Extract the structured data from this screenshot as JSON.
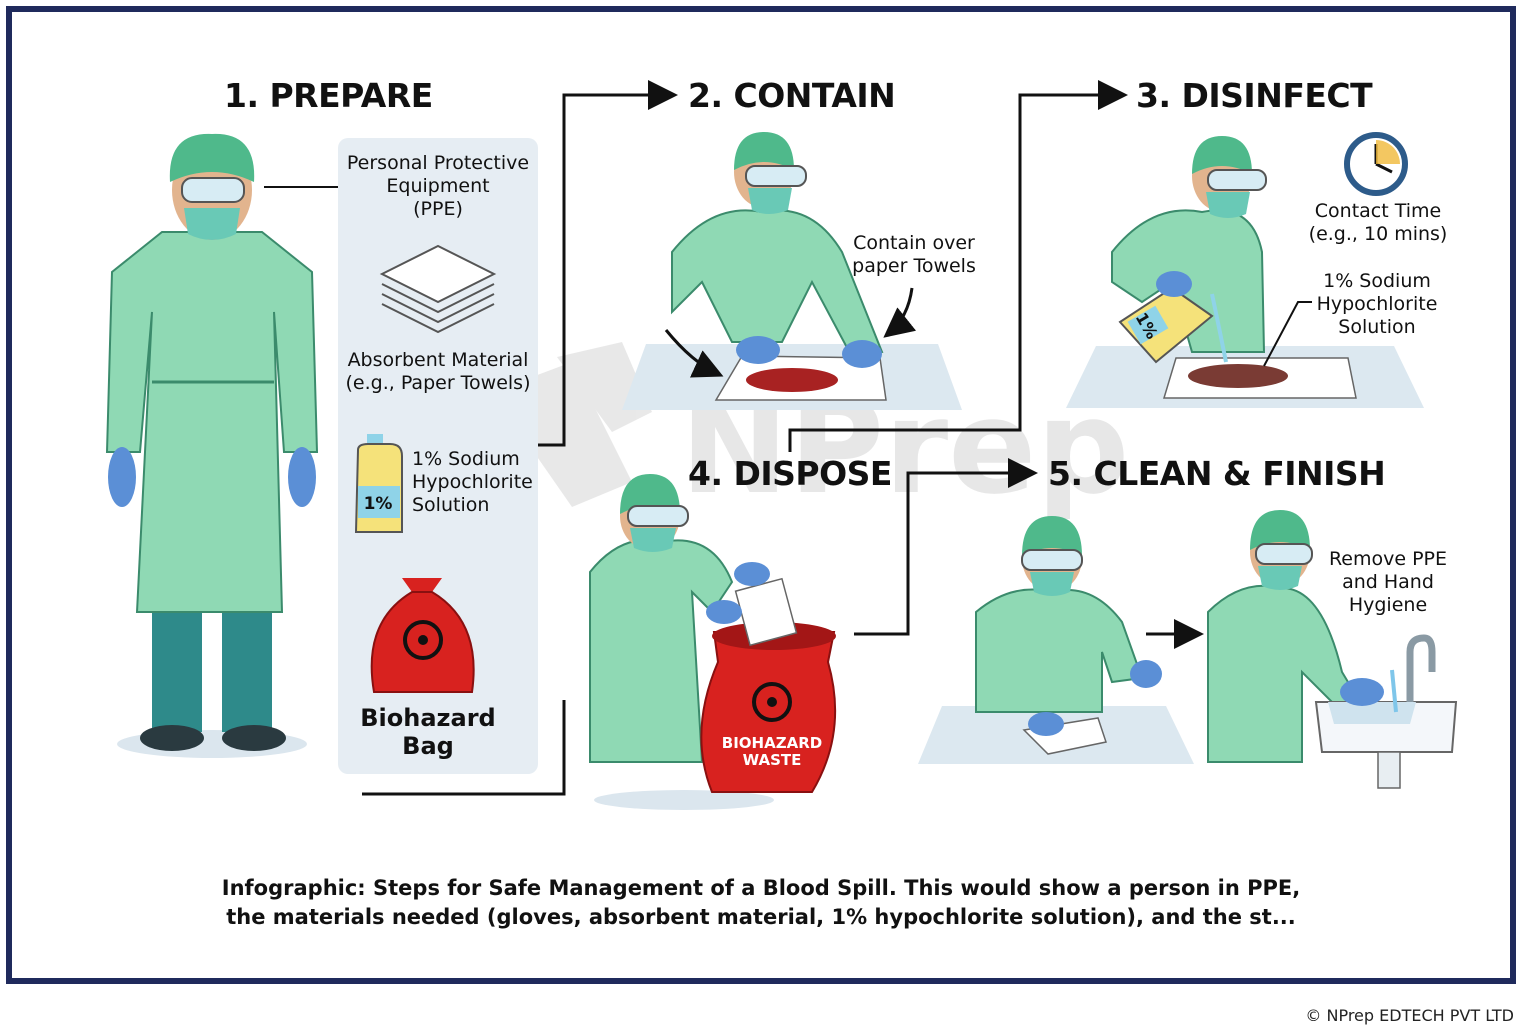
{
  "steps": {
    "prepare": {
      "title": "1. PREPARE"
    },
    "contain": {
      "title": "2. CONTAIN"
    },
    "disinfect": {
      "title": "3. DISINFECT"
    },
    "dispose": {
      "title": "4. DISPOSE"
    },
    "clean": {
      "title": "5. CLEAN & FINISH"
    }
  },
  "supplies": {
    "ppe": {
      "line1": "Personal Protective",
      "line2": "Equipment",
      "line3": "(PPE)"
    },
    "absorbent": {
      "line1": "Absorbent Material",
      "line2": "(e.g., Paper Towels)"
    },
    "solution": {
      "line1": "1% Sodium",
      "line2": "Hypochlorite",
      "line3": "Solution",
      "bottle_label": "1%"
    },
    "bag": {
      "line1": "Biohazard",
      "line2": "Bag"
    }
  },
  "contain_note": {
    "line1": "Contain over",
    "line2": "paper Towels"
  },
  "disinfect_notes": {
    "contact_line1": "Contact Time",
    "contact_line2": "(e.g., 10 mins)",
    "solution_line1": "1% Sodium",
    "solution_line2": "Hypochlorite",
    "solution_line3": "Solution",
    "bottle_label": "1%"
  },
  "dispose_bag": {
    "line1": "BIOHAZARD",
    "line2": "WASTE"
  },
  "finish_note": {
    "line1": "Remove PPE",
    "line2": "and Hand",
    "line3": "Hygiene"
  },
  "watermark": "NPrep",
  "caption": {
    "line1": "Infographic: Steps for Safe Management of a Blood Spill. This would show a person in PPE,",
    "line2": "the materials needed (gloves, absorbent material, 1% hypochlorite solution), and the st..."
  },
  "copyright": "© NPrep EDTECH PVT LTD",
  "colors": {
    "border": "#1f2a5c",
    "gown": "#8fd9b4",
    "glove": "#5b8fd6",
    "biohazard": "#d8221f",
    "panel": "#e6edf3"
  }
}
